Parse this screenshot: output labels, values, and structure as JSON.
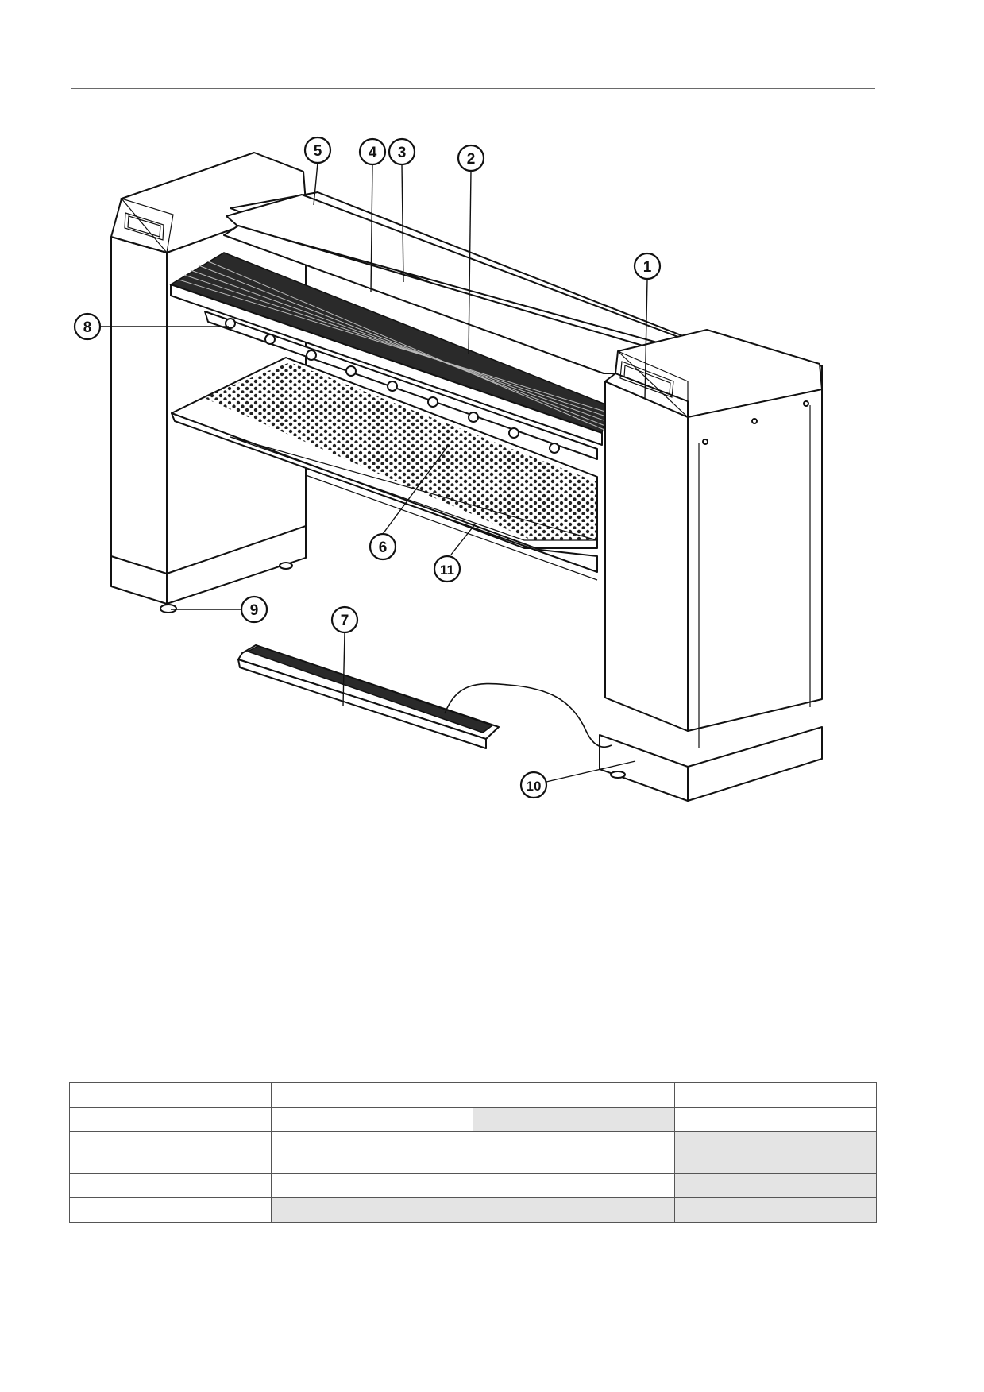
{
  "diagram": {
    "callouts": [
      {
        "label": "1"
      },
      {
        "label": "2"
      },
      {
        "label": "3"
      },
      {
        "label": "4"
      },
      {
        "label": "5"
      },
      {
        "label": "6"
      },
      {
        "label": "7"
      },
      {
        "label": "8"
      },
      {
        "label": "9"
      },
      {
        "label": "10"
      },
      {
        "label": "11"
      }
    ]
  },
  "table": {
    "rows": [
      {
        "cells": [
          "",
          "",
          "",
          ""
        ]
      },
      {
        "cells": [
          "",
          "",
          "",
          ""
        ]
      },
      {
        "cells": [
          "",
          "",
          "",
          ""
        ]
      },
      {
        "cells": [
          "",
          "",
          "",
          ""
        ]
      },
      {
        "cells": [
          "",
          "",
          "",
          ""
        ]
      }
    ]
  }
}
